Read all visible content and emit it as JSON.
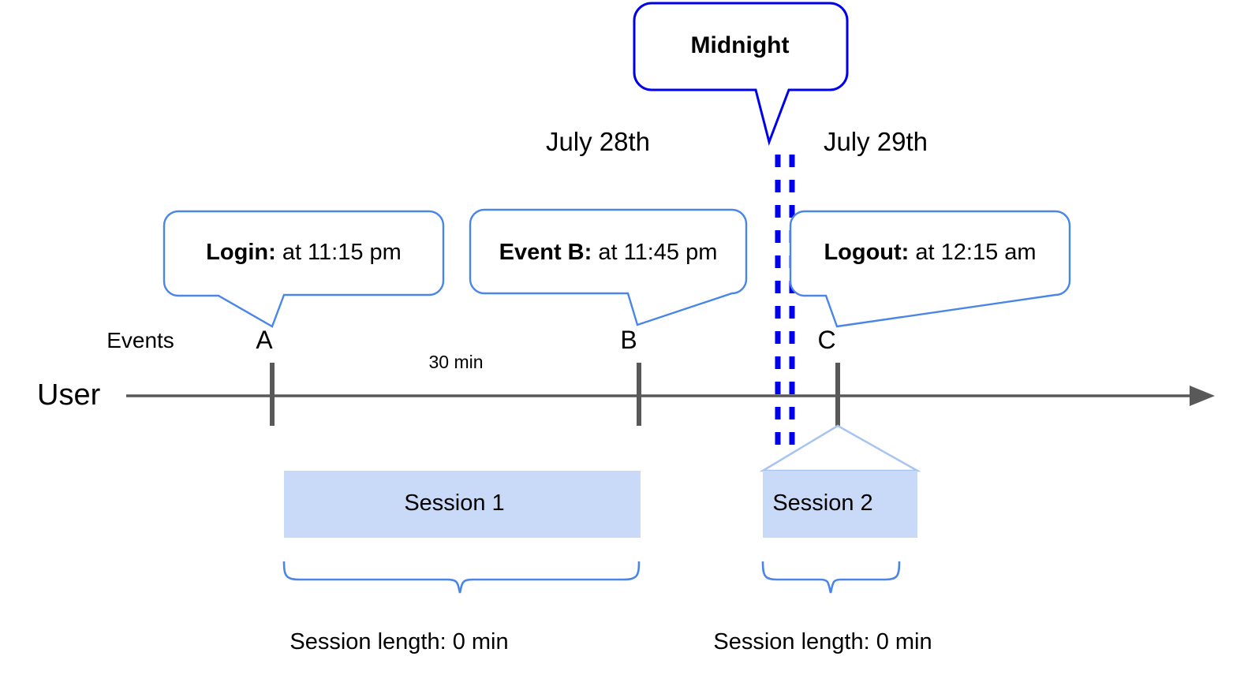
{
  "diagram": {
    "title_callout": {
      "label": "Midnight",
      "border_color": "#0000ee"
    },
    "dates": [
      {
        "label": "July 28th"
      },
      {
        "label": "July 29th"
      }
    ],
    "axis": {
      "row_label": "User",
      "events_label": "Events",
      "duration_label": "30 min",
      "line_color": "#595959",
      "tick_color": "#595959"
    },
    "events": [
      {
        "letter": "A",
        "bold": "Login:",
        "rest": " at 11:15 pm"
      },
      {
        "letter": "B",
        "bold": "Event B:",
        "rest": " at 11:45 pm"
      },
      {
        "letter": "C",
        "bold": "Logout:",
        "rest": " at 12:15 am"
      }
    ],
    "sessions": [
      {
        "label": "Session 1",
        "length_label": "Session length: 0 min"
      },
      {
        "label": "Session 2",
        "length_label": "Session length: 0 min"
      }
    ],
    "colors": {
      "callout_border": "#4a86e8",
      "session_fill": "#c9daf8",
      "brace": "#4a86e8",
      "midnight_line": "#0000ee"
    }
  }
}
